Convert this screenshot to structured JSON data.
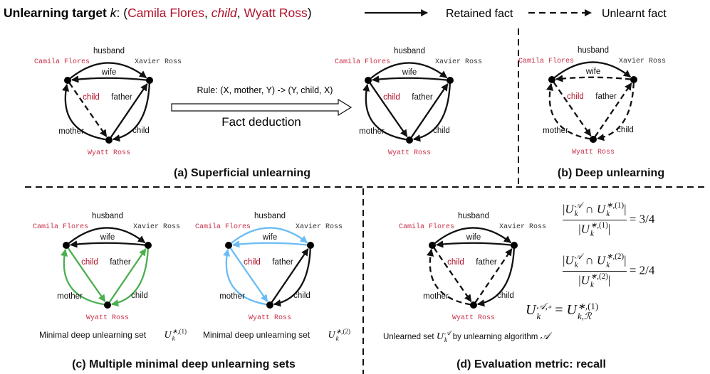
{
  "header": {
    "target_label": "Unlearning target ",
    "target_var": "k",
    "target_colon": ": (",
    "target_subject": "Camila Flores",
    "target_sep1": ", ",
    "target_relation": "child",
    "target_sep2": ", ",
    "target_object": "Wyatt Ross",
    "target_close": ")",
    "legend_retained": "Retained fact",
    "legend_unlearnt": "Unlearnt fact"
  },
  "colors": {
    "target_red": "#b0112b",
    "node_name_red": "#c8304a",
    "node_name_gray": "#333333",
    "black": "#111111",
    "green": "#4caf50",
    "blue": "#6bbcf5"
  },
  "graph_labels": {
    "nodes": {
      "camila": "Camila Flores",
      "xavier": "Xavier Ross",
      "wyatt": "Wyatt Ross"
    },
    "relations": [
      "husband",
      "wife",
      "child",
      "mother",
      "father",
      "child"
    ]
  },
  "graphs": [
    {
      "id": "a-before",
      "edge_styles": [
        "solid",
        "solid",
        "dashed",
        "solid",
        "solid",
        "solid"
      ]
    },
    {
      "id": "a-after",
      "edge_styles": [
        "solid",
        "solid",
        "solid",
        "solid",
        "solid",
        "solid"
      ]
    },
    {
      "id": "b-deep",
      "edge_styles": [
        "solid",
        "dashed",
        "dashed",
        "dashed",
        "dashed",
        "dashed"
      ]
    },
    {
      "id": "c-set1",
      "edge_styles": [
        "solid",
        "solid",
        "green",
        "green",
        "green",
        "green"
      ]
    },
    {
      "id": "c-set2",
      "edge_styles": [
        "blue",
        "blue",
        "blue",
        "blue",
        "solid",
        "solid"
      ]
    },
    {
      "id": "d-eval",
      "edge_styles": [
        "solid",
        "solid",
        "dashed",
        "dashed",
        "dashed",
        "solid"
      ]
    }
  ],
  "panel_a": {
    "rule": "Rule: (X, mother, Y) -> (Y, child, X)",
    "deduction": "Fact deduction",
    "caption": "(a) Superficial unlearning"
  },
  "panel_b": {
    "caption": "(b) Deep unlearning"
  },
  "panel_c": {
    "set1_label": "Minimal deep unlearning set",
    "set2_label": "Minimal deep unlearning set",
    "set1_index": "(1)",
    "set2_index": "(2)",
    "caption": "(c) Multiple minimal deep unlearning sets"
  },
  "panel_d": {
    "unlearned_label_pre": "Unlearned set",
    "unlearned_label_post": "by unlearning algorithm",
    "recall_1": "= 3/4",
    "recall_2": "= 2/4",
    "caption": "(d) Evaluation metric: recall"
  },
  "math": {
    "U": "U",
    "k": "k",
    "A": "𝒜",
    "R": "ℛ",
    "cap": "∩",
    "star_sep": "∗,",
    "eq": "=",
    "astar": "𝒜,∗",
    "kR": "k,ℛ",
    "bar": "|"
  }
}
